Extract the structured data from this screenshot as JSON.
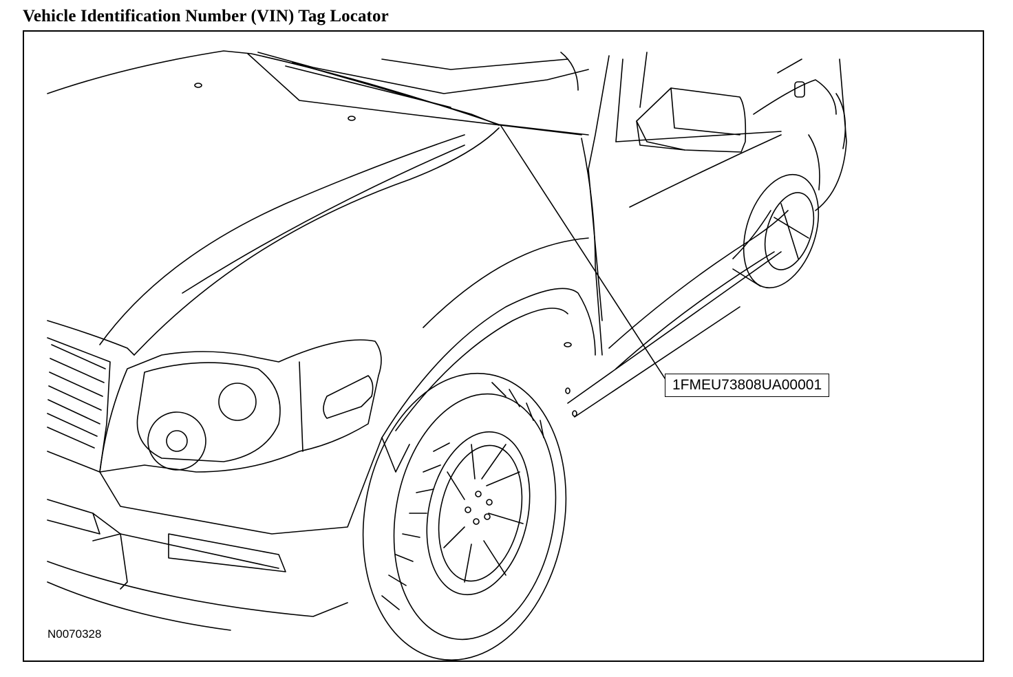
{
  "page": {
    "title": "Vehicle Identification Number (VIN) Tag Locator"
  },
  "diagram": {
    "vin_callout": "1FMEU73808UA00001",
    "figure_id": "N0070328",
    "line_color": "#000000",
    "background_color": "#ffffff"
  }
}
